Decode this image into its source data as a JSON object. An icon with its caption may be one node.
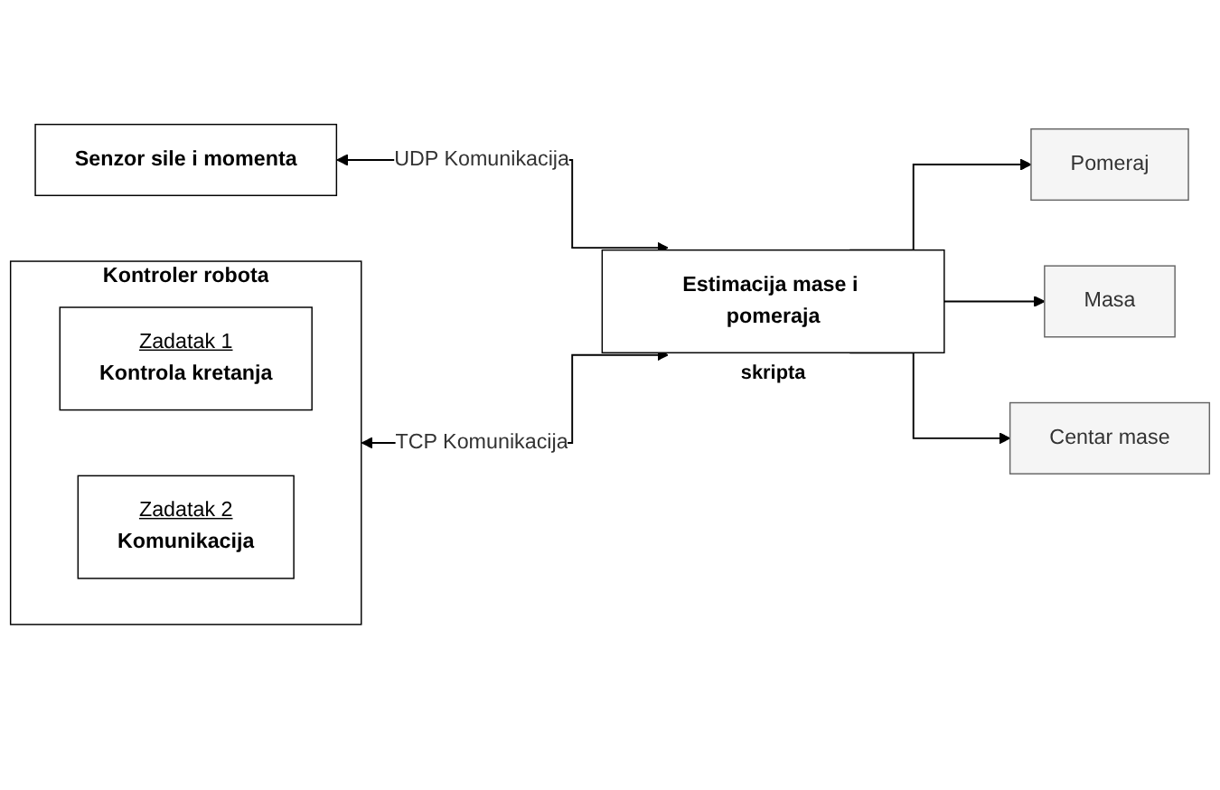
{
  "diagram": {
    "nodes": [
      {
        "text": [
          "Kontroler robota"
        ]
      },
      {
        "text": [
          "Zadatak 1",
          "Kontrola kretanja"
        ],
        "in": 0
      },
      {
        "text": [
          "Zadatak 2",
          "Komunikacija"
        ],
        "in": 0
      },
      {
        "text": [
          "Senzor sile i momenta"
        ]
      },
      {
        "text": [
          "Estimacija mase i pomeraja"
        ],
        "beside": [
          "skripta"
        ]
      },
      {
        "text": [
          "Pomeraj"
        ]
      },
      {
        "text": [
          "Masa"
        ]
      },
      {
        "text": [
          "Centar mase"
        ]
      }
    ],
    "edges": [
      {
        "from": 0,
        "to": 4,
        "arrow": "both",
        "label": "TCP Komunikacija"
      },
      {
        "from": 3,
        "to": 4,
        "arrow": "both",
        "label": "UDP Komunikacija"
      },
      {
        "from": 4,
        "to": 5,
        "arrow": "to"
      },
      {
        "from": 4,
        "to": 6,
        "arrow": "to"
      },
      {
        "from": 4,
        "to": 7,
        "arrow": "to"
      }
    ]
  }
}
